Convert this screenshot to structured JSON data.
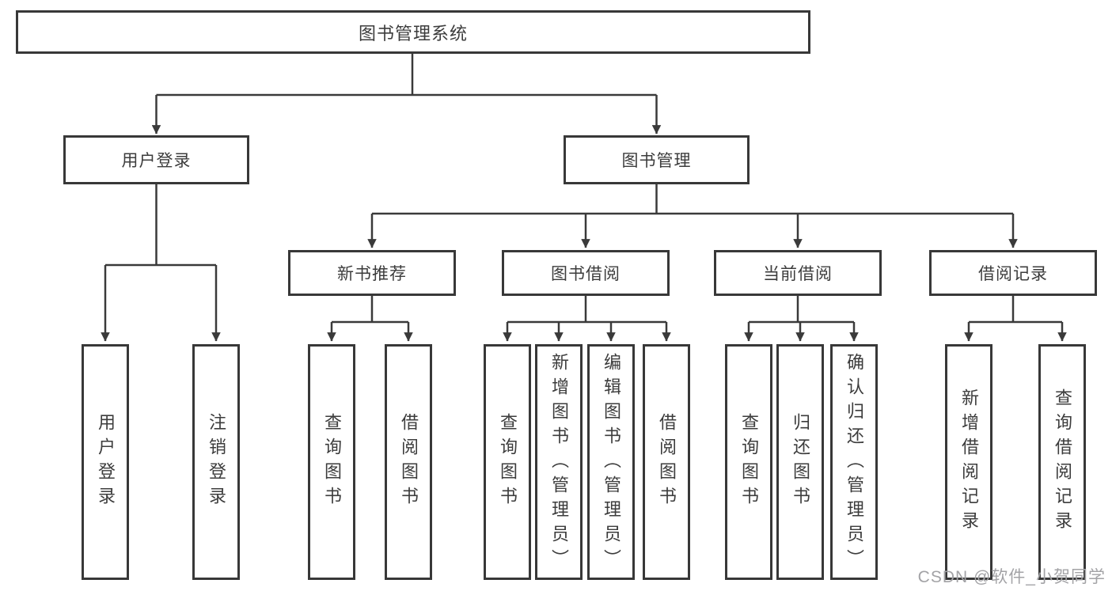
{
  "tree": {
    "root": {
      "label": "图书管理系统"
    },
    "branches": [
      {
        "label": "用户登录",
        "children": [
          {
            "label": "用户登录"
          },
          {
            "label": "注销登录"
          }
        ]
      },
      {
        "label": "图书管理",
        "children": [
          {
            "label": "新书推荐",
            "children": [
              {
                "label": "查询图书"
              },
              {
                "label": "借阅图书"
              }
            ]
          },
          {
            "label": "图书借阅",
            "children": [
              {
                "label": "查询图书"
              },
              {
                "label": "新增图书（管理员）"
              },
              {
                "label": "编辑图书（管理员）"
              },
              {
                "label": "借阅图书"
              }
            ]
          },
          {
            "label": "当前借阅",
            "children": [
              {
                "label": "查询图书"
              },
              {
                "label": "归还图书"
              },
              {
                "label": "确认归还（管理员）"
              }
            ]
          },
          {
            "label": "借阅记录",
            "children": [
              {
                "label": "新增借阅记录"
              },
              {
                "label": "查询借阅记录"
              }
            ]
          }
        ]
      }
    ]
  },
  "watermark": "CSDN @软件_小贺同学",
  "colors": {
    "line": "#3a3a3a",
    "box_border": "#383838",
    "text": "#3c3c3c",
    "background": "#ffffff",
    "watermark": "#a3a3a6"
  }
}
